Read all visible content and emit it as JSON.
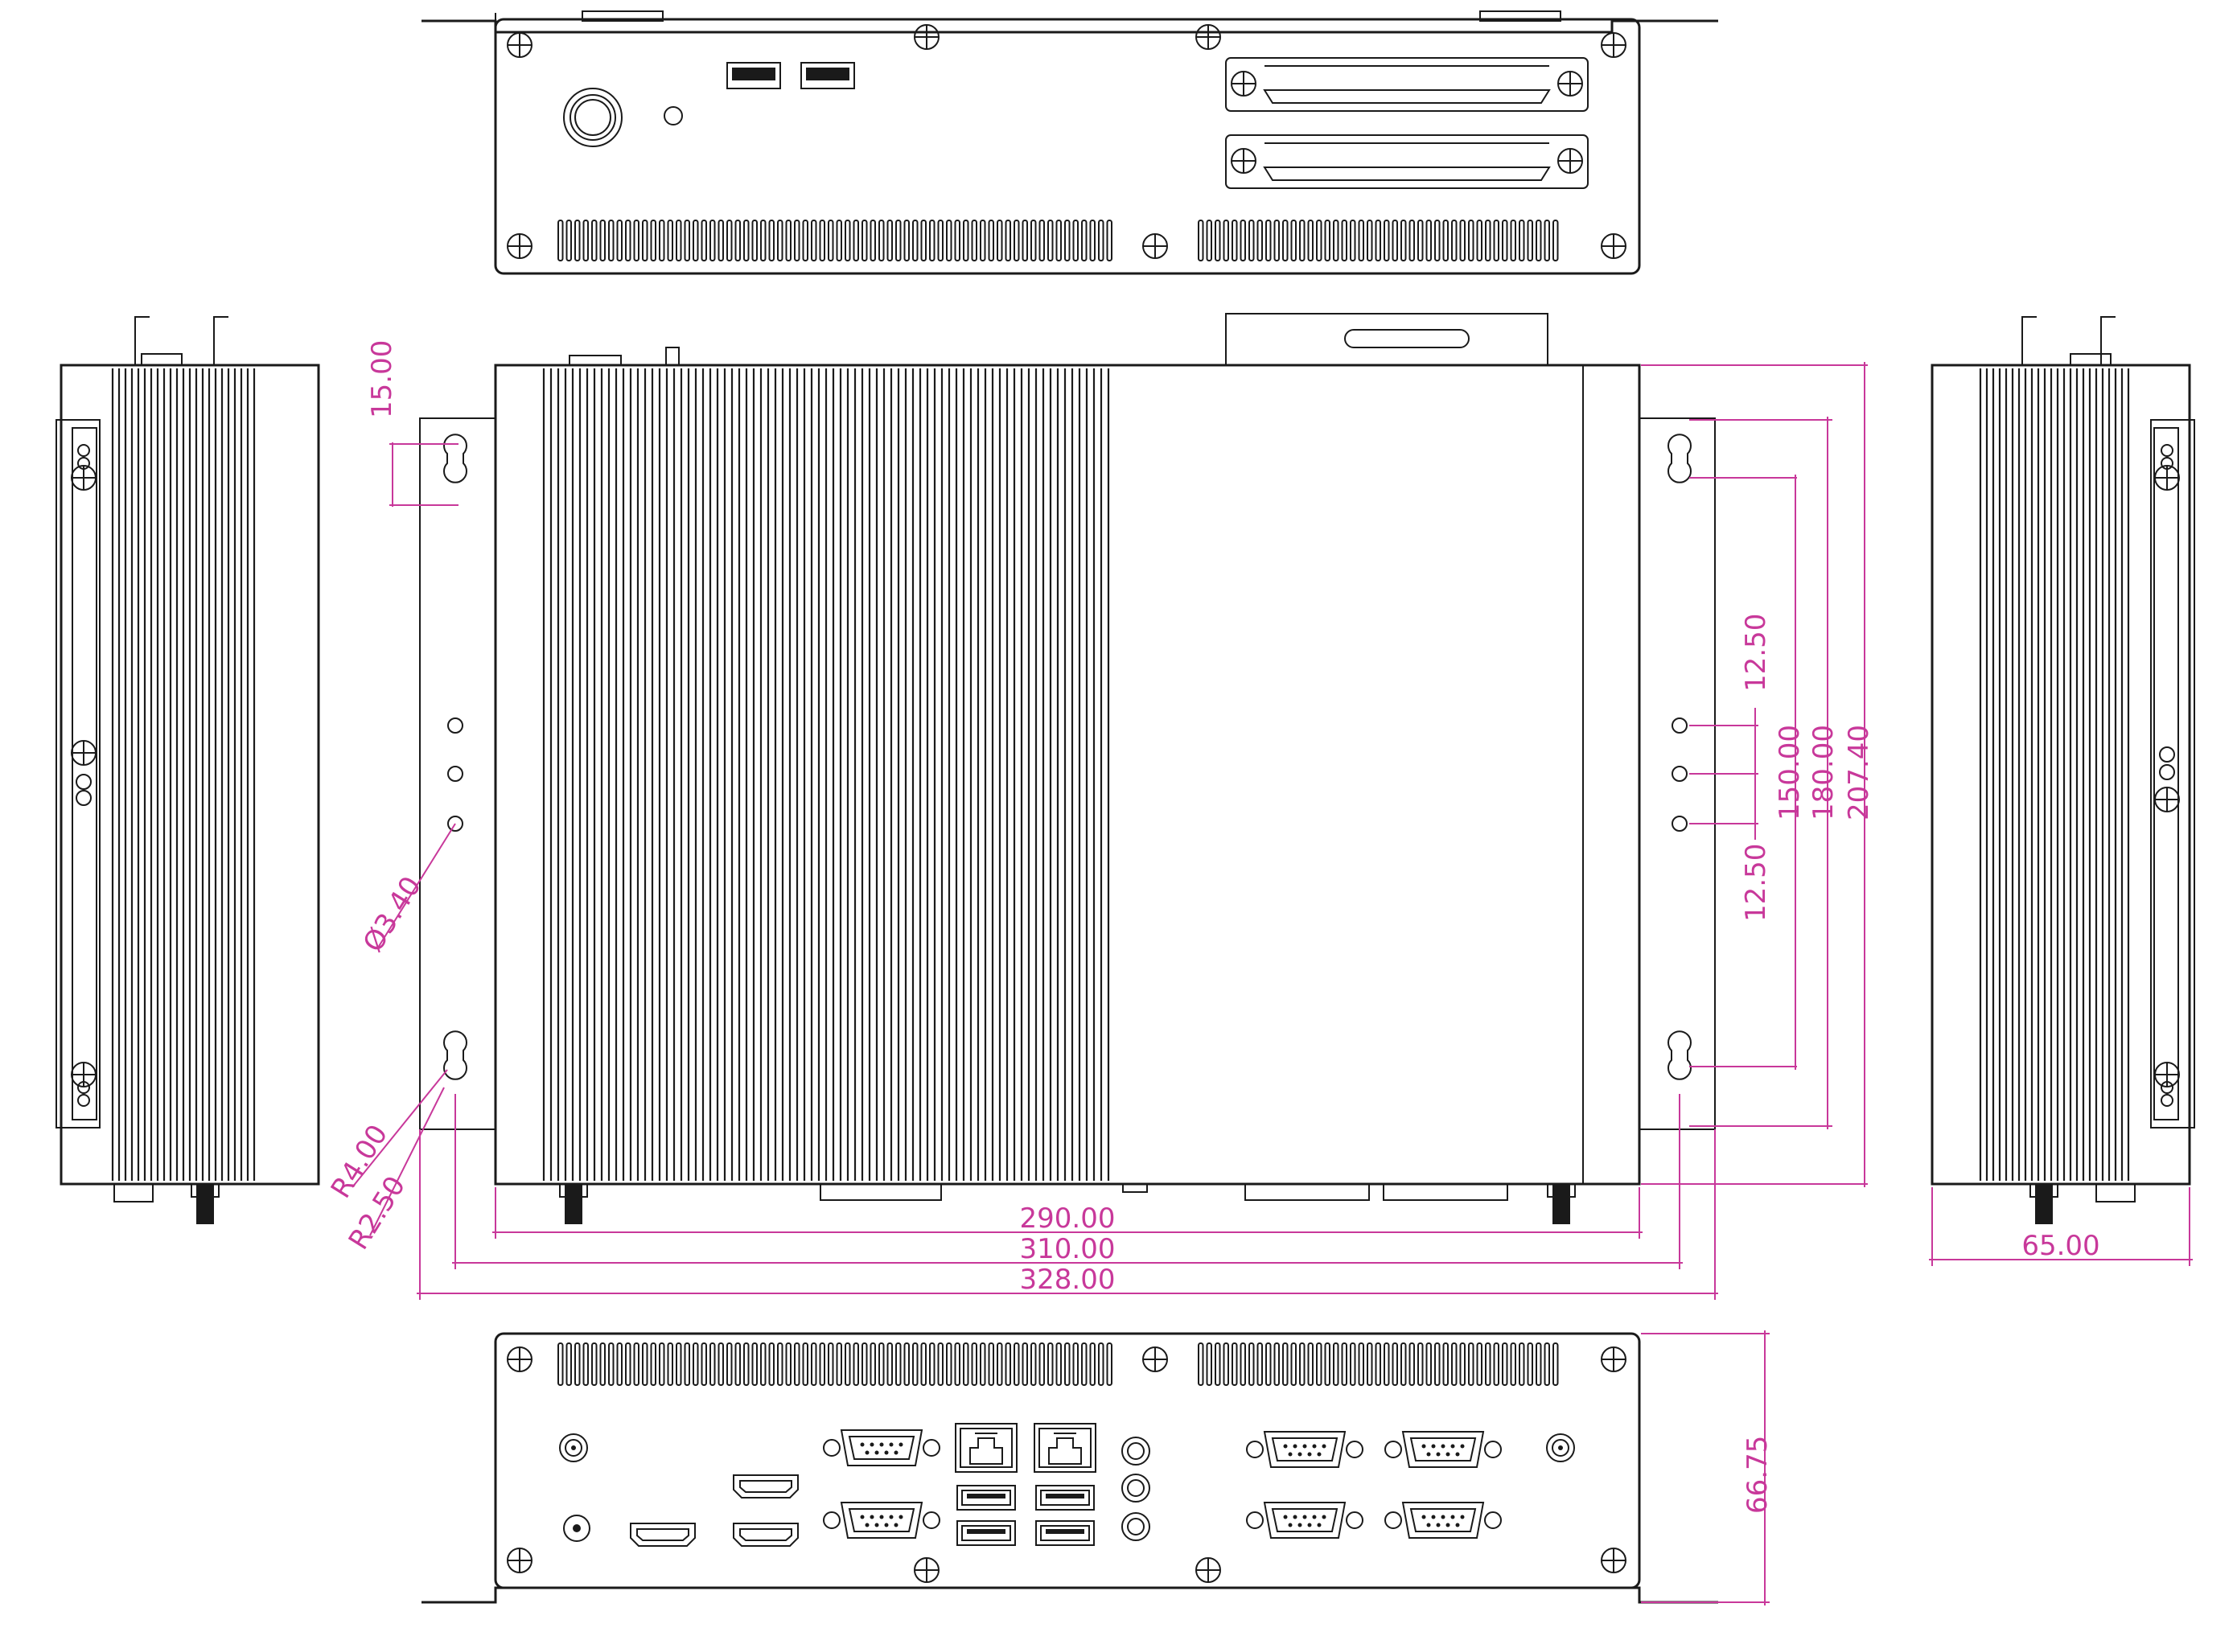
{
  "dimensions": {
    "hole_spacing_top": "15.00",
    "slot_offset_upper": "12.50",
    "slot_offset_lower": "12.50",
    "hole_pitch": "150.00",
    "bracket_height": "180.00",
    "overall_height": "207.40",
    "hole_diameter": "Ø3.40",
    "radius_outer": "R4.00",
    "radius_inner": "R2.50",
    "body_width": "290.00",
    "hole_span": "310.00",
    "bracket_width": "328.00",
    "depth": "65.00",
    "front_height": "66.75"
  },
  "colors": {
    "outline": "#1a1a1a",
    "dimension": "#c8389a",
    "background": "#ffffff"
  },
  "icons": {
    "screw": "crosshair-screw-icon",
    "vga": "db9-connector-icon",
    "lan": "rj45-icon",
    "usb": "usb-port-icon",
    "hdmi": "hdmi-port-icon",
    "audio": "audio-jack-icon",
    "antenna": "antenna-connector-icon",
    "power": "power-button-icon"
  }
}
